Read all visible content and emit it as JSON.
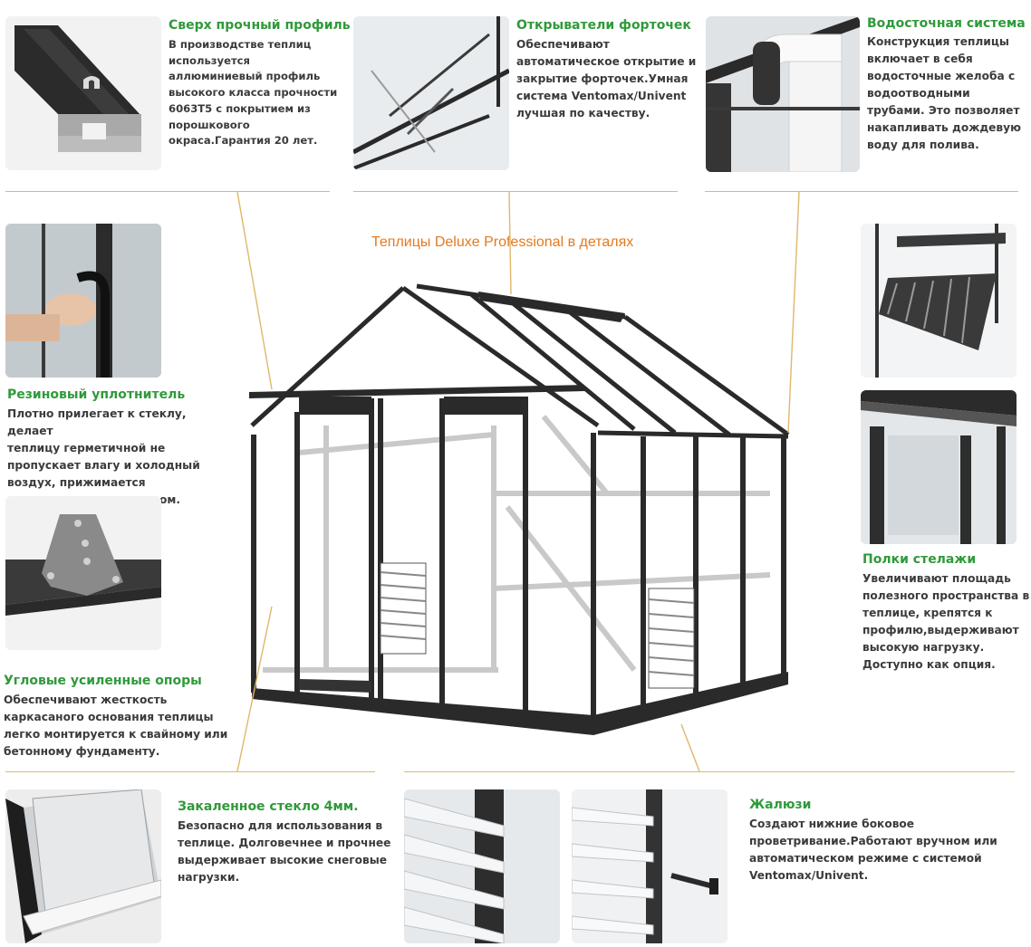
{
  "heading": "Теплицы Deluxe Professional в деталях",
  "features": {
    "profile": {
      "title": "Сверх прочный профиль",
      "lines": [
        "В производстве теплиц",
        "используется",
        "аллюминиевый профиль",
        "высокого класса прочности",
        "6063T5 с покрытием из",
        "порошкового",
        "окраса.Гарантия 20 лет."
      ]
    },
    "vent_openers": {
      "title": "Открыватели форточек",
      "lines": [
        "Обеспечивают",
        "автоматическое открытие и",
        "закрытие форточек.Умная",
        "система Ventomax/Univent",
        "лучшая по качеству."
      ]
    },
    "gutter": {
      "title": "Водосточная система",
      "lines": [
        "Конструкция теплицы",
        "включает в себя",
        "водосточные желоба с",
        "водоотводными",
        "трубами. Это позволяет",
        "накапливать дождевую",
        "воду для полива."
      ]
    },
    "rubber_seal": {
      "title": "Резиновый уплотнитель",
      "lines": [
        "Плотно прилегает к стеклу, делает",
        "теплицу герметичной не",
        "пропускает влагу и холодный",
        "воздух, прижимается",
        "аллюминиевым штапиком."
      ]
    },
    "corner_supports": {
      "title": "Угловые усиленные опоры",
      "lines": [
        "Обеспечивают жесткость",
        "каркасаного основания теплицы",
        "легко монтируется к свайному или",
        "бетонному фундаменту."
      ]
    },
    "shelves": {
      "title": "Полки стелажи",
      "lines": [
        "Увеличивают площадь",
        "полезного пространства в",
        "теплице, крепятся к",
        "профилю,выдерживают",
        "высокую нагрузку.",
        "Доступно как опция."
      ]
    },
    "tempered_glass": {
      "title": "Закаленное стекло 4мм.",
      "lines": [
        "Безопасно для использования в",
        "теплице. Долговечнее и прочнее",
        "выдерживает высокие снеговые",
        "нагрузки."
      ]
    },
    "louvres": {
      "title": "Жалюзи",
      "lines": [
        "Создают нижние боковое",
        "проветривание.Работают вручном или",
        "автоматическом режиме с системой",
        "Ventomax/Univent."
      ]
    }
  },
  "icons": {
    "profile_photo": "aluminium-profile-photo",
    "vent_photo": "vent-opener-photo",
    "gutter_photo": "gutter-downpipe-photo",
    "seal_photo": "rubber-seal-photo",
    "corner_photo": "corner-bracket-photo",
    "shelf_photo_1": "shelving-photo",
    "shelf_photo_2": "shelf-closeup-photo",
    "glass_photo": "tempered-glass-photo",
    "louvre_photo_1": "louvre-slats-photo",
    "louvre_photo_2": "louvre-handle-photo",
    "greenhouse": "greenhouse-illustration"
  },
  "colors": {
    "title_green": "#2f9a3a",
    "heading_orange": "#e37a1f",
    "divider_gold": "#e0b76a",
    "frame_dark": "#2a2a2a",
    "text_gray": "#3b3b3b"
  }
}
